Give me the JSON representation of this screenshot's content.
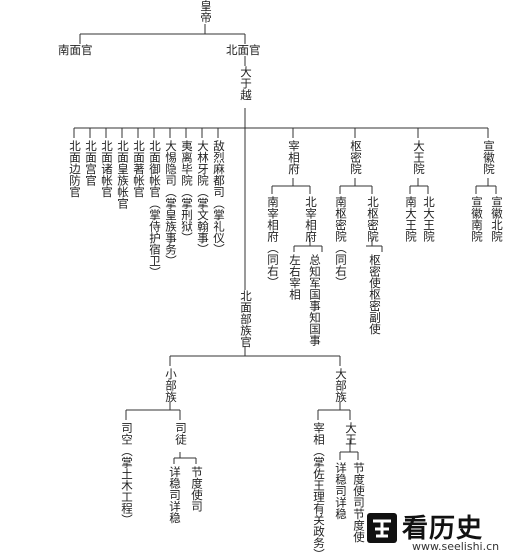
{
  "root": {
    "label": "皇帝"
  },
  "level1": {
    "south": "南面官",
    "north": "北面官"
  },
  "taizi": "大于越",
  "columns": {
    "c1": "北面边防官",
    "c2": "北面宫官",
    "c3": "北面诸帐官",
    "c4": "北面皇族帐官",
    "c5": "北面著帐官",
    "c6": "北面御帐官（掌侍护宿卫）",
    "c7": "大惕隐司（掌皇族事务）",
    "c8": "夷离毕院（掌刑狱）",
    "c9": "大林牙院（掌文翰事）",
    "c10": "敌烈麻都司（掌礼仪）"
  },
  "zaixiang": {
    "head": "宰相府",
    "south": "南宰相府（同右）",
    "north": "北宰相府",
    "north_left": "左右宰相",
    "north_right": "总知军国事知国事"
  },
  "shumi": {
    "head": "枢密院",
    "south": "南枢密院（同右）",
    "north": "北枢密院",
    "north_child": "枢密使枢密副使"
  },
  "dawang": {
    "head": "大王院",
    "south": "南大王院",
    "north": "北大王院"
  },
  "xuanhui": {
    "head": "宣徽院",
    "south": "宣徽南院",
    "north": "宣徽北院"
  },
  "buzu": {
    "head": "北面部族官"
  },
  "small": {
    "head": "小部族",
    "sikong": "司空（掌土木工程）",
    "sitou": "司徒",
    "sitou_child1": "详稳司详稳",
    "sitou_child2": "节度使司"
  },
  "big": {
    "head": "大部族",
    "zaixiang": "宰相（掌佐王理有关政务）",
    "dawang": "大王",
    "dawang_child1": "详稳司详稳",
    "dawang_child2": "节度使司节度使"
  },
  "watermark": {
    "brand": "看历史",
    "url": "www.seelishi.cn"
  }
}
